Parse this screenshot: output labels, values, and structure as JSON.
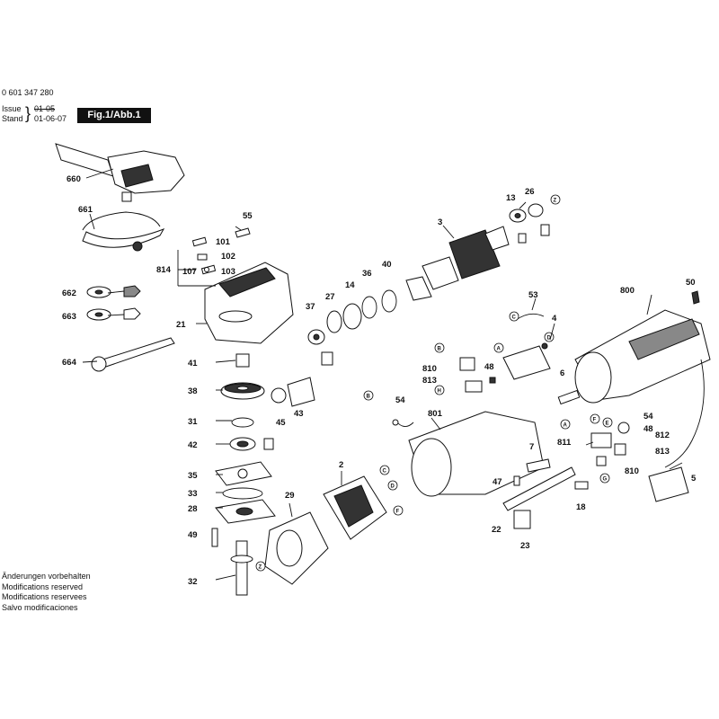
{
  "header": {
    "part_number": "0 601 347 280",
    "issue_label": "Issue",
    "stand_label": "Stand",
    "issue_value": "01-05",
    "stand_value": "01-06-07",
    "figure_label": "Fig.1/Abb.1"
  },
  "footer": {
    "lines": [
      "Änderungen vorbehalten",
      "Modifications reserved",
      "Modifications reservees",
      "Salvo modificaciones"
    ]
  },
  "labels": {
    "p660": "660",
    "p661": "661",
    "p662": "662",
    "p663": "663",
    "p664": "664",
    "p55": "55",
    "p101": "101",
    "p102": "102",
    "p103": "103",
    "p107": "107",
    "p814": "814",
    "p21": "21",
    "p41": "41",
    "p38": "38",
    "p31": "31",
    "p42": "42",
    "p35": "35",
    "p33": "33",
    "p28": "28",
    "p49": "49",
    "p32": "32",
    "p45": "45",
    "p43": "43",
    "p37": "37",
    "p27": "27",
    "p14": "14",
    "p36": "36",
    "p40": "40",
    "p3": "3",
    "p13": "13",
    "p26": "26",
    "p53": "53",
    "p4": "4",
    "p800": "800",
    "p50": "50",
    "p810a": "810",
    "p813a": "813",
    "p48a": "48",
    "p6": "6",
    "p54a": "54",
    "p801": "801",
    "p7": "7",
    "p47": "47",
    "p54b": "54",
    "p48b": "48",
    "p812": "812",
    "p811": "811",
    "p813b": "813",
    "p810b": "810",
    "p5": "5",
    "p2": "2",
    "p29": "29",
    "p22": "22",
    "p23": "23",
    "p18": "18"
  },
  "connector_tags": {
    "B": "B",
    "A": "A",
    "H": "H",
    "C": "C",
    "D": "D",
    "E": "E",
    "F": "F",
    "G": "G",
    "Z": "Z"
  }
}
